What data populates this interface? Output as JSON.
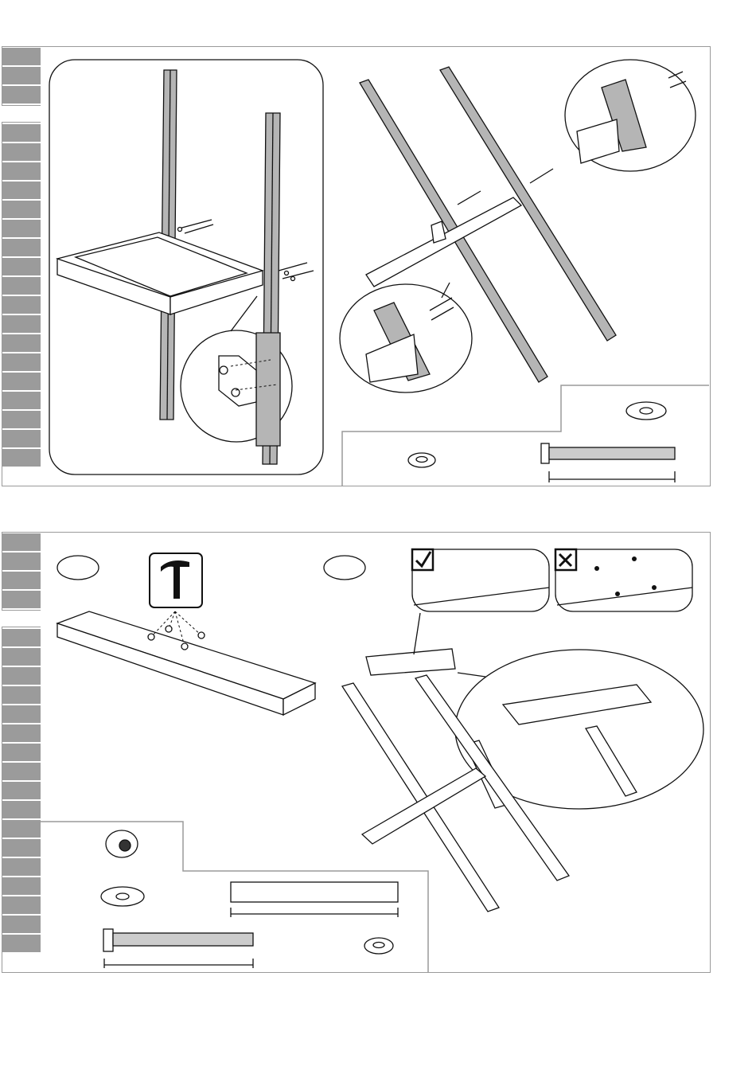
{
  "document": {
    "type": "assembly-instructions",
    "pages_visible": 2
  },
  "step_a": {
    "tabs_count": 22,
    "active_tab": 3,
    "parts": [
      "washer-icon",
      "spring-washer-icon",
      "bolt-icon"
    ]
  },
  "step_b": {
    "tabs_count": 22,
    "active_tab": 5,
    "badges": [
      "",
      ""
    ],
    "correct_mark": "✔",
    "wrong_mark": "✘",
    "parts": [
      "tee-nut-icon",
      "washer-icon",
      "beam-icon",
      "bolt-icon",
      "spring-washer-icon"
    ]
  },
  "colors": {
    "tab_gray": "#9b9b9b",
    "post_gray": "#b5b5b5",
    "frame": "#9a9a9a"
  }
}
